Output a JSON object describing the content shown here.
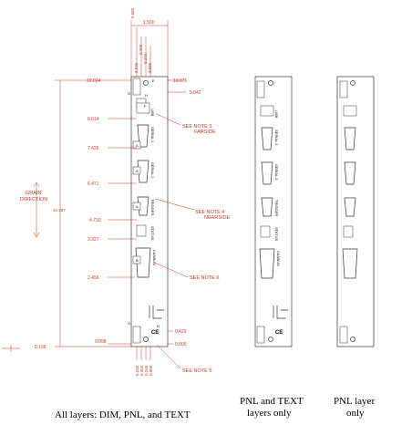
{
  "captions": {
    "all_layers": "All layers: DIM, PNL, and TEXT",
    "pnl_text_line1": "PNL and TEXT",
    "pnl_text_line2": "layers only",
    "pnl_line1": "PNL layer",
    "pnl_line2": "only"
  },
  "dimensions": {
    "top_0685": "0.685",
    "top_1500": "1.500",
    "top_0530": "0.530",
    "top_0400": "0.400",
    "top_0215": "0.215",
    "top_0065": "0.065",
    "left_10024": "10.024",
    "right_10071": "10.071",
    "right_9642": "9.642",
    "d_8614": "8.614",
    "d_7426": "7.426",
    "d_6471": "6.471",
    "d_4710": "4.710",
    "d_3927": "3.927",
    "d_2456": "2.456",
    "right_0429": "0.429",
    "right_0000": "0.000",
    "left_0058": "0.058",
    "left_0118": "0.118",
    "overall_10387": "10.387",
    "bot_0540": "0.540",
    "bot_0364": "0.364",
    "bot_0245": "0.245",
    "bot_0000": "0.000"
  },
  "notes": {
    "grain_line1": "GRAIN",
    "grain_line2": "DIRECTION",
    "note3_line1": "SEE NOTE 3",
    "note3_line2": "FARSIDE",
    "note4_line1": "SEE NOTE 4",
    "note4_line2": "NEARSIDE",
    "note5": "SEE NOTE 5",
    "note6": "SEE NOTE 6"
  },
  "panel_labels": {
    "usb": "USB",
    "serial1": "SERIAL 1",
    "serial2": "SERIAL 2",
    "trigger": "TRIGGER",
    "status": "STATUS",
    "canbus": "CANBUS",
    "ce_mark": "CE",
    "marker_a": "A",
    "marker_b": "B",
    "marker_h": "H",
    "marker_g": "G",
    "marker_e": "E",
    "marker_f": "F"
  }
}
